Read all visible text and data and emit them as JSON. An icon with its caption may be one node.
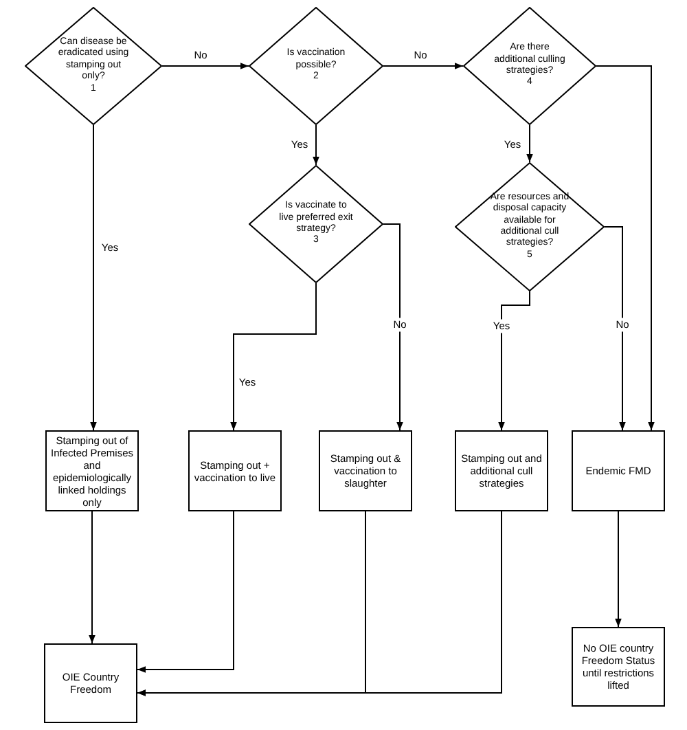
{
  "diagram": {
    "nodes": [
      {
        "text": [
          "Can disease be eradicated using stamping out only?",
          "1"
        ]
      },
      {
        "text": [
          "Is vaccination possible?",
          "2"
        ]
      },
      {
        "text": [
          "Are there additional culling strategies?",
          "4"
        ]
      },
      {
        "text": [
          "Is vaccinate to live preferred exit strategy?",
          "3"
        ]
      },
      {
        "text": [
          "Are resources and disposal capacity available for additional cull strategies?",
          "5"
        ]
      },
      {
        "text": [
          "Stamping out of Infected Premises and epidemiologically linked holdings only"
        ]
      },
      {
        "text": [
          "Stamping out + vaccination to live"
        ]
      },
      {
        "text": [
          "Stamping out & vaccination to slaughter"
        ]
      },
      {
        "text": [
          "Stamping out and additional cull strategies"
        ]
      },
      {
        "text": [
          "Endemic FMD"
        ]
      },
      {
        "text": [
          "OIE Country Freedom"
        ]
      },
      {
        "text": [
          "No OIE country Freedom Status until restrictions lifted"
        ]
      }
    ],
    "edges": [
      {
        "from": 0,
        "to": 1,
        "arrow": "to",
        "label": "No"
      },
      {
        "from": 1,
        "to": 3,
        "arrow": "to",
        "label": "Yes"
      },
      {
        "from": 1,
        "to": 2,
        "arrow": "to",
        "label": "No"
      },
      {
        "from": 0,
        "to": 5,
        "arrow": "to",
        "label": "Yes"
      },
      {
        "from": 3,
        "to": 6,
        "arrow": "to",
        "label": "Yes"
      },
      {
        "from": 3,
        "to": 7,
        "arrow": "to",
        "label": "No"
      },
      {
        "from": 2,
        "to": 4,
        "arrow": "to",
        "label": "Yes"
      },
      {
        "from": 2,
        "to": 9,
        "arrow": "to"
      },
      {
        "from": 4,
        "to": 8,
        "arrow": "to",
        "label": "Yes"
      },
      {
        "from": 4,
        "to": 9,
        "arrow": "to",
        "label": "No"
      },
      {
        "from": 5,
        "to": 10,
        "arrow": "to"
      },
      {
        "from": 6,
        "to": 10,
        "arrow": "to"
      },
      {
        "from": 7,
        "to": 10,
        "arrow": "to"
      },
      {
        "from": 8,
        "to": 10,
        "arrow": "to"
      },
      {
        "from": 9,
        "to": 11,
        "arrow": "to"
      }
    ]
  }
}
